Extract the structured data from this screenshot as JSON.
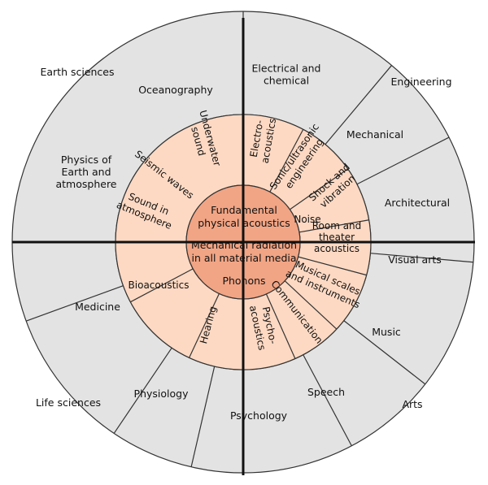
{
  "colors": {
    "outer_fill": "#e3e3e3",
    "inner_fill": "#fdd9c3",
    "center_fill": "#f1a585",
    "stroke": "#333333",
    "axis": "#111111"
  },
  "quadrants": [
    {
      "id": "earth-sciences",
      "text": "Earth sciences"
    },
    {
      "id": "engineering",
      "text": "Engineering"
    },
    {
      "id": "life-sciences",
      "text": "Life sciences"
    },
    {
      "id": "arts",
      "text": "Arts"
    }
  ],
  "outer_ring": [
    {
      "id": "oceanography",
      "lines": [
        "Oceanography"
      ]
    },
    {
      "id": "electrical-chemical",
      "lines": [
        "Electrical and",
        "chemical"
      ]
    },
    {
      "id": "mechanical",
      "lines": [
        "Mechanical"
      ]
    },
    {
      "id": "architectural",
      "lines": [
        "Architectural"
      ]
    },
    {
      "id": "visual-arts",
      "lines": [
        "Visual arts"
      ]
    },
    {
      "id": "music",
      "lines": [
        "Music"
      ]
    },
    {
      "id": "speech",
      "lines": [
        "Speech"
      ]
    },
    {
      "id": "psychology",
      "lines": [
        "Psychology"
      ]
    },
    {
      "id": "physiology",
      "lines": [
        "Physiology"
      ]
    },
    {
      "id": "medicine",
      "lines": [
        "Medicine"
      ]
    },
    {
      "id": "physics-earth-atmosphere",
      "lines": [
        "Physics of",
        "Earth and",
        "atmosphere"
      ]
    }
  ],
  "inner_ring": [
    {
      "id": "underwater-sound",
      "lines": [
        "Underwater",
        "sound"
      ]
    },
    {
      "id": "electro-acoustics",
      "lines": [
        "Electro-",
        "acoustics"
      ]
    },
    {
      "id": "sonic-ultrasonic-engineering",
      "lines": [
        "Sonic/ultrasonic",
        "engineering"
      ]
    },
    {
      "id": "shock-vibration",
      "lines": [
        "Shock and",
        "vibration"
      ]
    },
    {
      "id": "noise",
      "lines": [
        "Noise"
      ]
    },
    {
      "id": "room-theater-acoustics",
      "lines": [
        "Room and",
        "theater",
        "acoustics"
      ]
    },
    {
      "id": "musical-scales-instruments",
      "lines": [
        "Musical scales",
        "and instruments"
      ]
    },
    {
      "id": "communication",
      "lines": [
        "Communication"
      ]
    },
    {
      "id": "psycho-acoustics",
      "lines": [
        "Psycho-",
        "acoustics"
      ]
    },
    {
      "id": "hearing",
      "lines": [
        "Hearing"
      ]
    },
    {
      "id": "bioacoustics",
      "lines": [
        "Bioacoustics"
      ]
    },
    {
      "id": "sound-in-atmosphere",
      "lines": [
        "Sound in",
        "atmosphere"
      ]
    },
    {
      "id": "seismic-waves",
      "lines": [
        "Seismic waves"
      ]
    }
  ],
  "center": {
    "fundamental": [
      "Fundamental",
      "physical acoustics"
    ],
    "radiation": [
      "Mechanical radiation",
      "in all material media"
    ],
    "phonons": [
      "Phonons"
    ]
  }
}
